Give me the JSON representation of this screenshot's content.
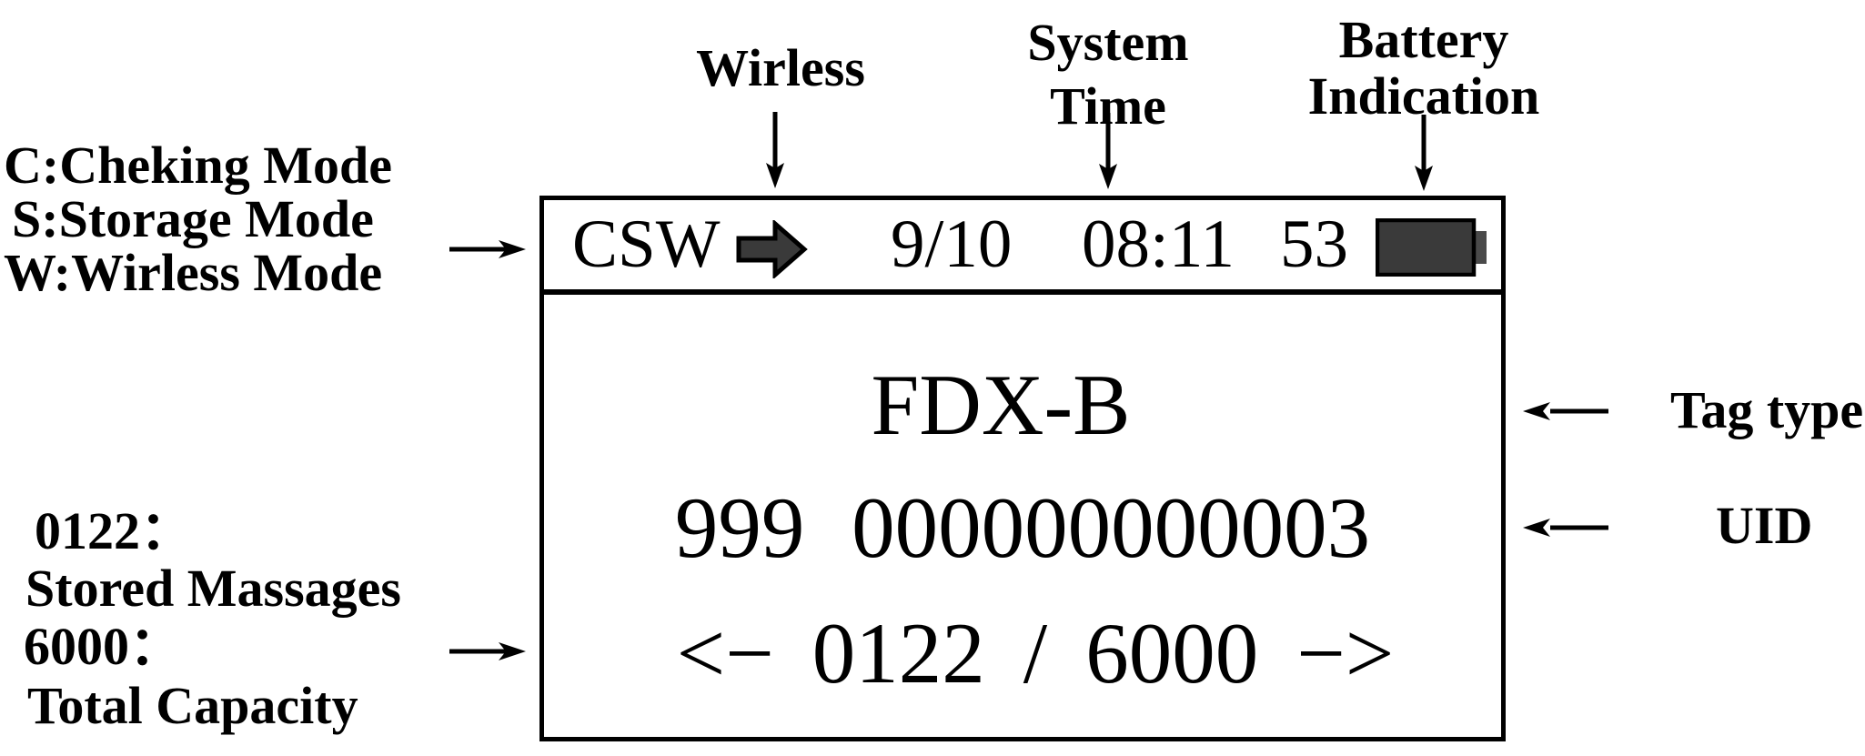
{
  "colors": {
    "text": "#000000",
    "icon_fill": "#3a3a3a",
    "battery_nub": "#4a4a4a",
    "background": "#ffffff"
  },
  "callouts": {
    "wireless": "Wirless",
    "system_time": [
      "System",
      "Time"
    ],
    "battery": [
      "Battery",
      "Indication"
    ],
    "mode_legend": [
      "C:Cheking Mode",
      "S:Storage Mode",
      "W:Wirless Mode"
    ],
    "storage_legend": [
      "0122：",
      "Stored Massages",
      "6000：",
      "Total Capacity"
    ],
    "tag_type": "Tag type",
    "uid": "UID"
  },
  "screen": {
    "status_bar": {
      "modes": "CSW",
      "wireless_icon": "block-right-arrow-icon",
      "date": "9/10",
      "time": "08:11",
      "battery_percent": "53",
      "battery_icon": "battery-level-icon"
    },
    "display": {
      "tag_type": "FDX-B",
      "uid": "999 000000000003",
      "nav_prev": "<−",
      "stored_count": "0122",
      "separator": "/",
      "total_capacity": "6000",
      "nav_next": "−>"
    }
  }
}
